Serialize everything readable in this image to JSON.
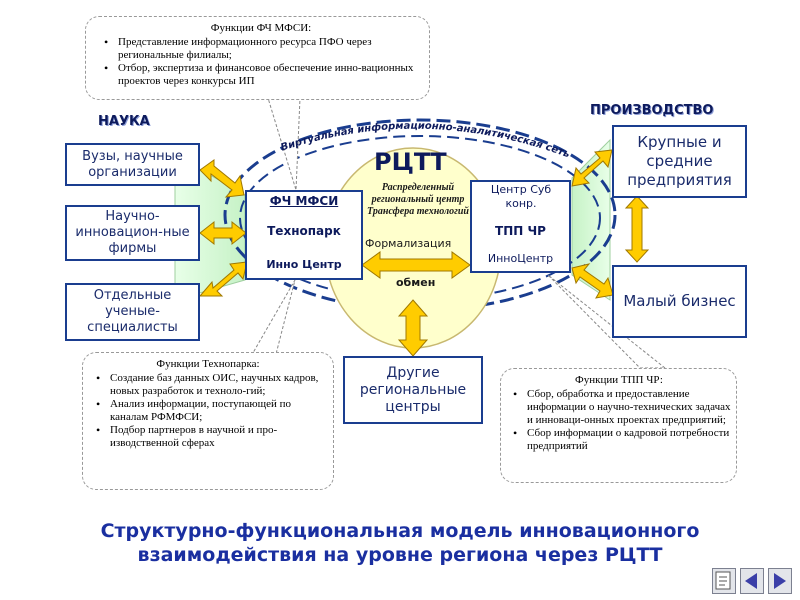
{
  "callouts": {
    "mfsi": {
      "title": "Функции ФЧ МФСИ:",
      "items": [
        "Представление информационного ресурса ПФО через региональные филиалы;",
        "Отбор, экспертиза и финансовое обеспечение инно-вационных проектов через конкурсы ИП"
      ]
    },
    "technopark": {
      "title": "Функции Технопарка:",
      "items": [
        "Создание баз данных ОИС, научных кадров, новых разработок и техноло-гий;",
        "Анализ информации, поступающей по каналам РФМФСИ;",
        "Подбор партнеров в научной и про-изводственной сферах"
      ]
    },
    "tpp": {
      "title": "Функции ТПП ЧР:",
      "items": [
        "Сбор, обработка и предоставление информации о научно-технических задачах и инноваци-онных проектах предприятий;",
        "Сбор информации о кадровой потребности предприятий"
      ]
    }
  },
  "sections": {
    "science": "НАУКА",
    "production": "ПРОИЗВОДСТВО"
  },
  "virtual_network": "Виртуальная информационно-аналитическая сеть",
  "rctt": {
    "title": "РЦТТ",
    "desc": "Распределенный региональный центр Трансфера технологий",
    "formalization": "Формализация",
    "exchange": "обмен"
  },
  "left_boxes": [
    "Вузы, научные организации",
    "Научно-инновацион-ные фирмы",
    "Отдельные ученые-специалисты"
  ],
  "right_boxes": [
    "Крупные и средние предприятия",
    "Малый бизнес"
  ],
  "mfsi_stack": [
    "ФЧ МФСИ",
    "Технопарк",
    "Инно Центр"
  ],
  "tpp_stack": [
    "Центр Суб конр.",
    "ТПП ЧР",
    "ИнноЦентр"
  ],
  "bottom_box": "Другие региональные центры",
  "caption": [
    "Структурно-функциональная модель инновационного",
    "взаимодействия на уровне региона через РЦТТ"
  ],
  "colors": {
    "accent": "#1a3d8f",
    "ellipse": "#ffffcc",
    "arrow": "#ffcc00",
    "band": "#ccffcc",
    "caption": "#1a2fa0"
  }
}
